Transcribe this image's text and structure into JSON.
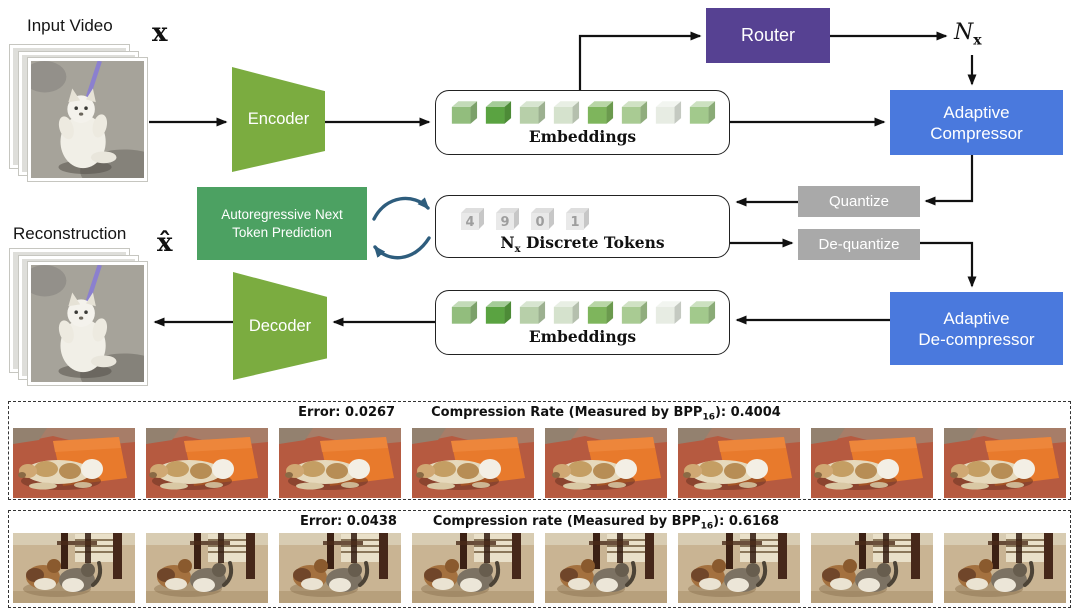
{
  "colors": {
    "enc_dec_green": "#7bac40",
    "argen_green": "#4ca162",
    "router_purple": "#564192",
    "adaptive_blue": "#4a79dd",
    "quantize_gray": "#a9a9a9",
    "cycle_arrow": "#2e5d7d",
    "arrow_black": "#111111"
  },
  "diagram": {
    "input_video_label": "Input Video",
    "input_symbol": "x",
    "reconstruction_label": "Reconstruction",
    "reconstruction_symbol": "x̂",
    "encoder_label": "Encoder",
    "decoder_label": "Decoder",
    "router_label": "Router",
    "router_output": {
      "base": "N",
      "sub": "x"
    },
    "adaptive_compressor": {
      "line1": "Adaptive",
      "line2": "Compressor"
    },
    "adaptive_decompressor": {
      "line1": "Adaptive",
      "line2": "De-compressor"
    },
    "autoregressive": {
      "line1": "Autoregressive Next",
      "line2": "Token Prediction"
    },
    "quantize_label": "Quantize",
    "dequantize_label": "De-quantize",
    "embeddings_top_label": "Embeddings",
    "embeddings_bottom_label": "Embeddings",
    "embedding_cube_colors": [
      "#92bd7d",
      "#5aa341",
      "#b7cfa9",
      "#d5e2cd",
      "#7eb55c",
      "#a9cb93",
      "#e7ece3",
      "#a2c98c"
    ],
    "tokens": {
      "digits": [
        "4",
        "9",
        "0",
        "1"
      ],
      "label_base": "N",
      "label_sub": "x",
      "label_rest": " Discrete Tokens"
    }
  },
  "results": [
    {
      "error_label": "Error: 0.0267",
      "rate_label_prefix": "Compression Rate (Measured by BPP",
      "rate_label_sub": "16",
      "rate_label_suffix": "): 0.4004",
      "frame_count": 8,
      "scene": "dog-on-orange-mat"
    },
    {
      "error_label": "Error: 0.0438",
      "rate_label_prefix": "Compression rate (Measured by BPP",
      "rate_label_sub": "16",
      "rate_label_suffix": "): 0.6168",
      "frame_count": 8,
      "scene": "cats-playing-indoors"
    }
  ]
}
